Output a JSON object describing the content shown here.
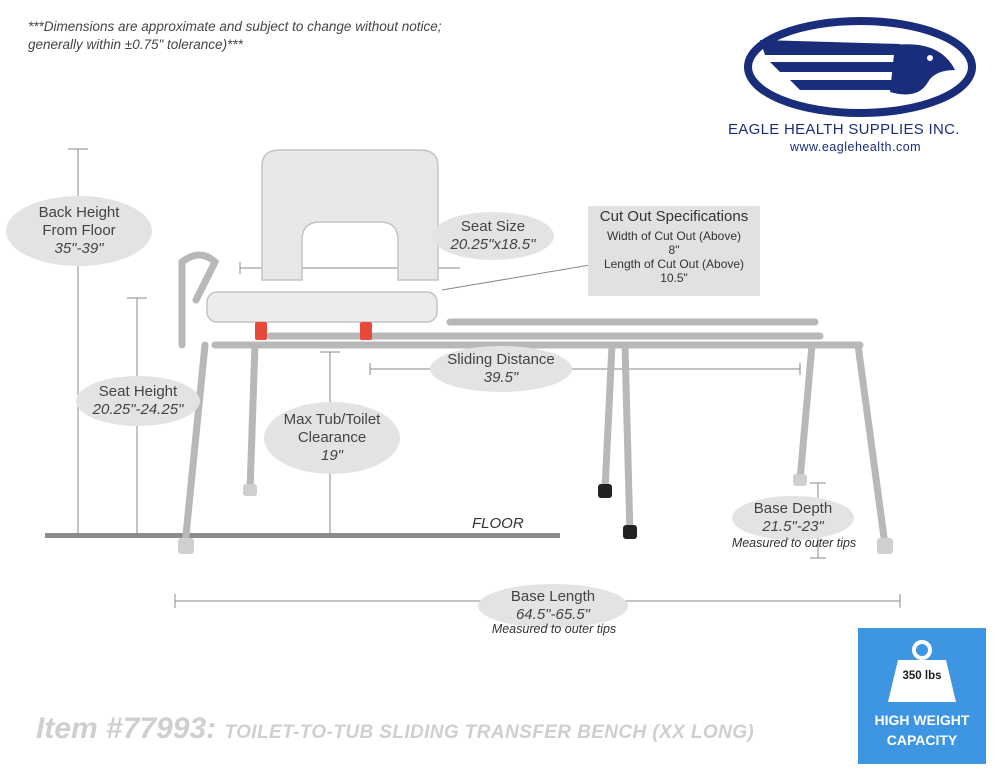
{
  "disclaimer": {
    "line1": "***Dimensions are approximate and subject to change without notice;",
    "line2": "generally within ±0.75\" tolerance)***"
  },
  "logo": {
    "company": "EAGLE HEALTH SUPPLIES INC.",
    "url": "www.eaglehealth.com",
    "icon": "eagle-head-icon",
    "color": "#1a2d7a"
  },
  "callouts": {
    "back_height": {
      "l1": "Back Height",
      "l2": "From Floor",
      "v": "35\"-39\""
    },
    "seat_size": {
      "l1": "Seat Size",
      "v": "20.25\"x18.5\""
    },
    "seat_height": {
      "l1": "Seat Height",
      "v": "20.25\"-24.25\""
    },
    "clearance": {
      "l1": "Max Tub/Toilet",
      "l2": "Clearance",
      "v": "19\""
    },
    "sliding": {
      "l1": "Sliding Distance",
      "v": "39.5\""
    },
    "base_depth": {
      "l1": "Base Depth",
      "v": "21.5\"-23\"",
      "note": "Measured to outer tips"
    },
    "base_length": {
      "l1": "Base Length",
      "v": "64.5\"-65.5\"",
      "note": "Measured to outer tips"
    }
  },
  "cutout": {
    "heading": "Cut Out Specifications",
    "width_label": "Width of Cut Out (Above)",
    "width_value": "8\"",
    "length_label": "Length of Cut Out (Above)",
    "length_value": "10.5\""
  },
  "floor_label": "FLOOR",
  "badge": {
    "weight": "350 lbs",
    "line1": "HIGH WEIGHT",
    "line2": "CAPACITY",
    "icon": "weight-icon",
    "color": "#3e96e3"
  },
  "item": {
    "number": "Item #77993:",
    "description": "TOILET-TO-TUB SLIDING TRANSFER BENCH (XX LONG)"
  }
}
